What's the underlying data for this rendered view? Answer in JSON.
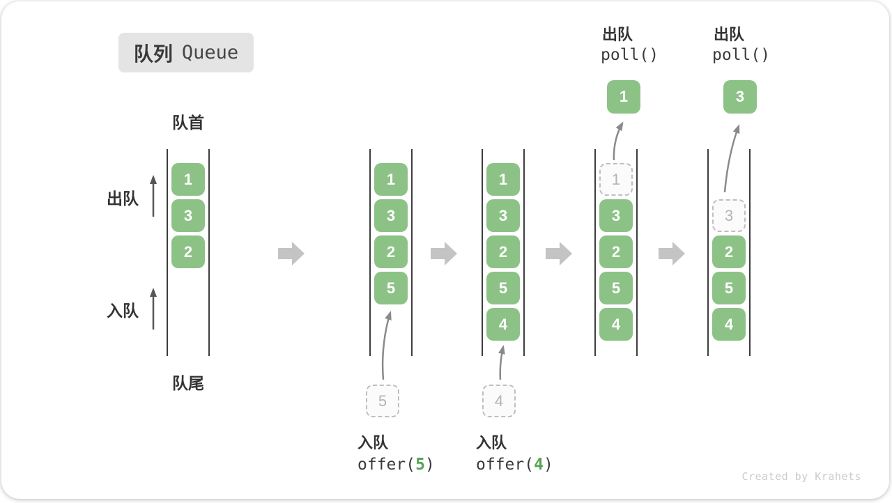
{
  "title": {
    "zh": "队列",
    "en": "Queue"
  },
  "labels": {
    "front": "队首",
    "rear": "队尾",
    "dequeue": "出队",
    "enqueue": "入队"
  },
  "columns": [
    {
      "boxes": [
        "1",
        "3",
        "2"
      ]
    },
    {
      "boxes": [
        "1",
        "3",
        "2",
        "5"
      ],
      "pending": "5",
      "op": {
        "label": "入队",
        "code_pre": "offer(",
        "arg": "5",
        "code_post": ")"
      }
    },
    {
      "boxes": [
        "1",
        "3",
        "2",
        "5",
        "4"
      ],
      "pending": "4",
      "op": {
        "label": "入队",
        "code_pre": "offer(",
        "arg": "4",
        "code_post": ")"
      }
    },
    {
      "removed": "1",
      "boxes": [
        "3",
        "2",
        "5",
        "4"
      ],
      "popped": "1",
      "op": {
        "label": "出队",
        "code": "poll()"
      }
    },
    {
      "removed": "3",
      "boxes": [
        "2",
        "5",
        "4"
      ],
      "popped": "3",
      "op": {
        "label": "出队",
        "code": "poll()"
      }
    }
  ],
  "watermark": "Created by Krahets",
  "colors": {
    "green": "#8dc287",
    "green-dark": "#57a257",
    "badge-bg": "#e4e4e4",
    "text": "#333333",
    "muted": "#b3b3b3",
    "arrow": "#8a8a8a",
    "arrow-dark": "#565656",
    "block-arrow": "#c4c4c4",
    "watermark": "#cbcbcb"
  }
}
